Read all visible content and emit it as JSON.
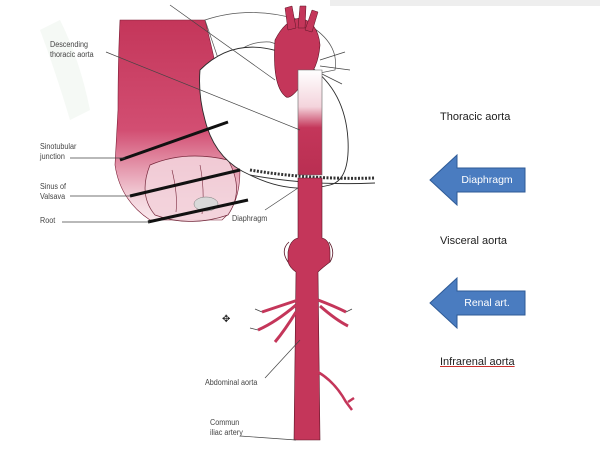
{
  "diagram": {
    "anatomy_labels": {
      "descending_thoracic_aorta": [
        "Descending",
        "thoracic aorta"
      ],
      "sinotubular_junction": [
        "Sinotubular",
        "junction"
      ],
      "sinus_of_valsalva": [
        "Sinus of",
        "Valsava"
      ],
      "root": "Root",
      "diaphragm": "Diaphragm",
      "abdominal_aorta": "Abdominal aorta",
      "common_iliac_artery": [
        "Commun",
        "iliac artery"
      ]
    },
    "regions": {
      "thoracic": "Thoracic aorta",
      "visceral": "Visceral aorta",
      "infrarenal": "Infrarenal aorta"
    },
    "arrows": {
      "diaphragm": "Diaphragm",
      "renal": "Renal art."
    },
    "colors": {
      "vessel": "#c4365a",
      "vessel_light": "#f2c9d3",
      "arrow_fill": "#4a7cc0",
      "arrow_stroke": "#2e5a96"
    },
    "cursor_icon": "move-cursor-icon"
  }
}
